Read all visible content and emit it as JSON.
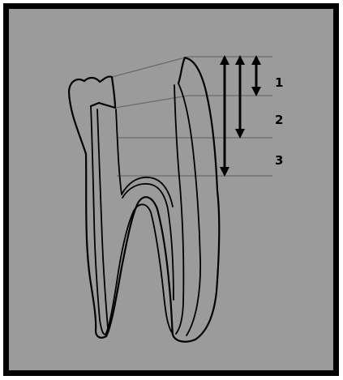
{
  "colors": {
    "background": "#9b9b9b",
    "border": "#000000",
    "outline": "#000000",
    "guide_line": "#6b6b6b",
    "arrow": "#000000",
    "page": "#ffffff"
  },
  "diagram": {
    "levels": [
      {
        "label": "1"
      },
      {
        "label": "2"
      },
      {
        "label": "3"
      }
    ]
  }
}
